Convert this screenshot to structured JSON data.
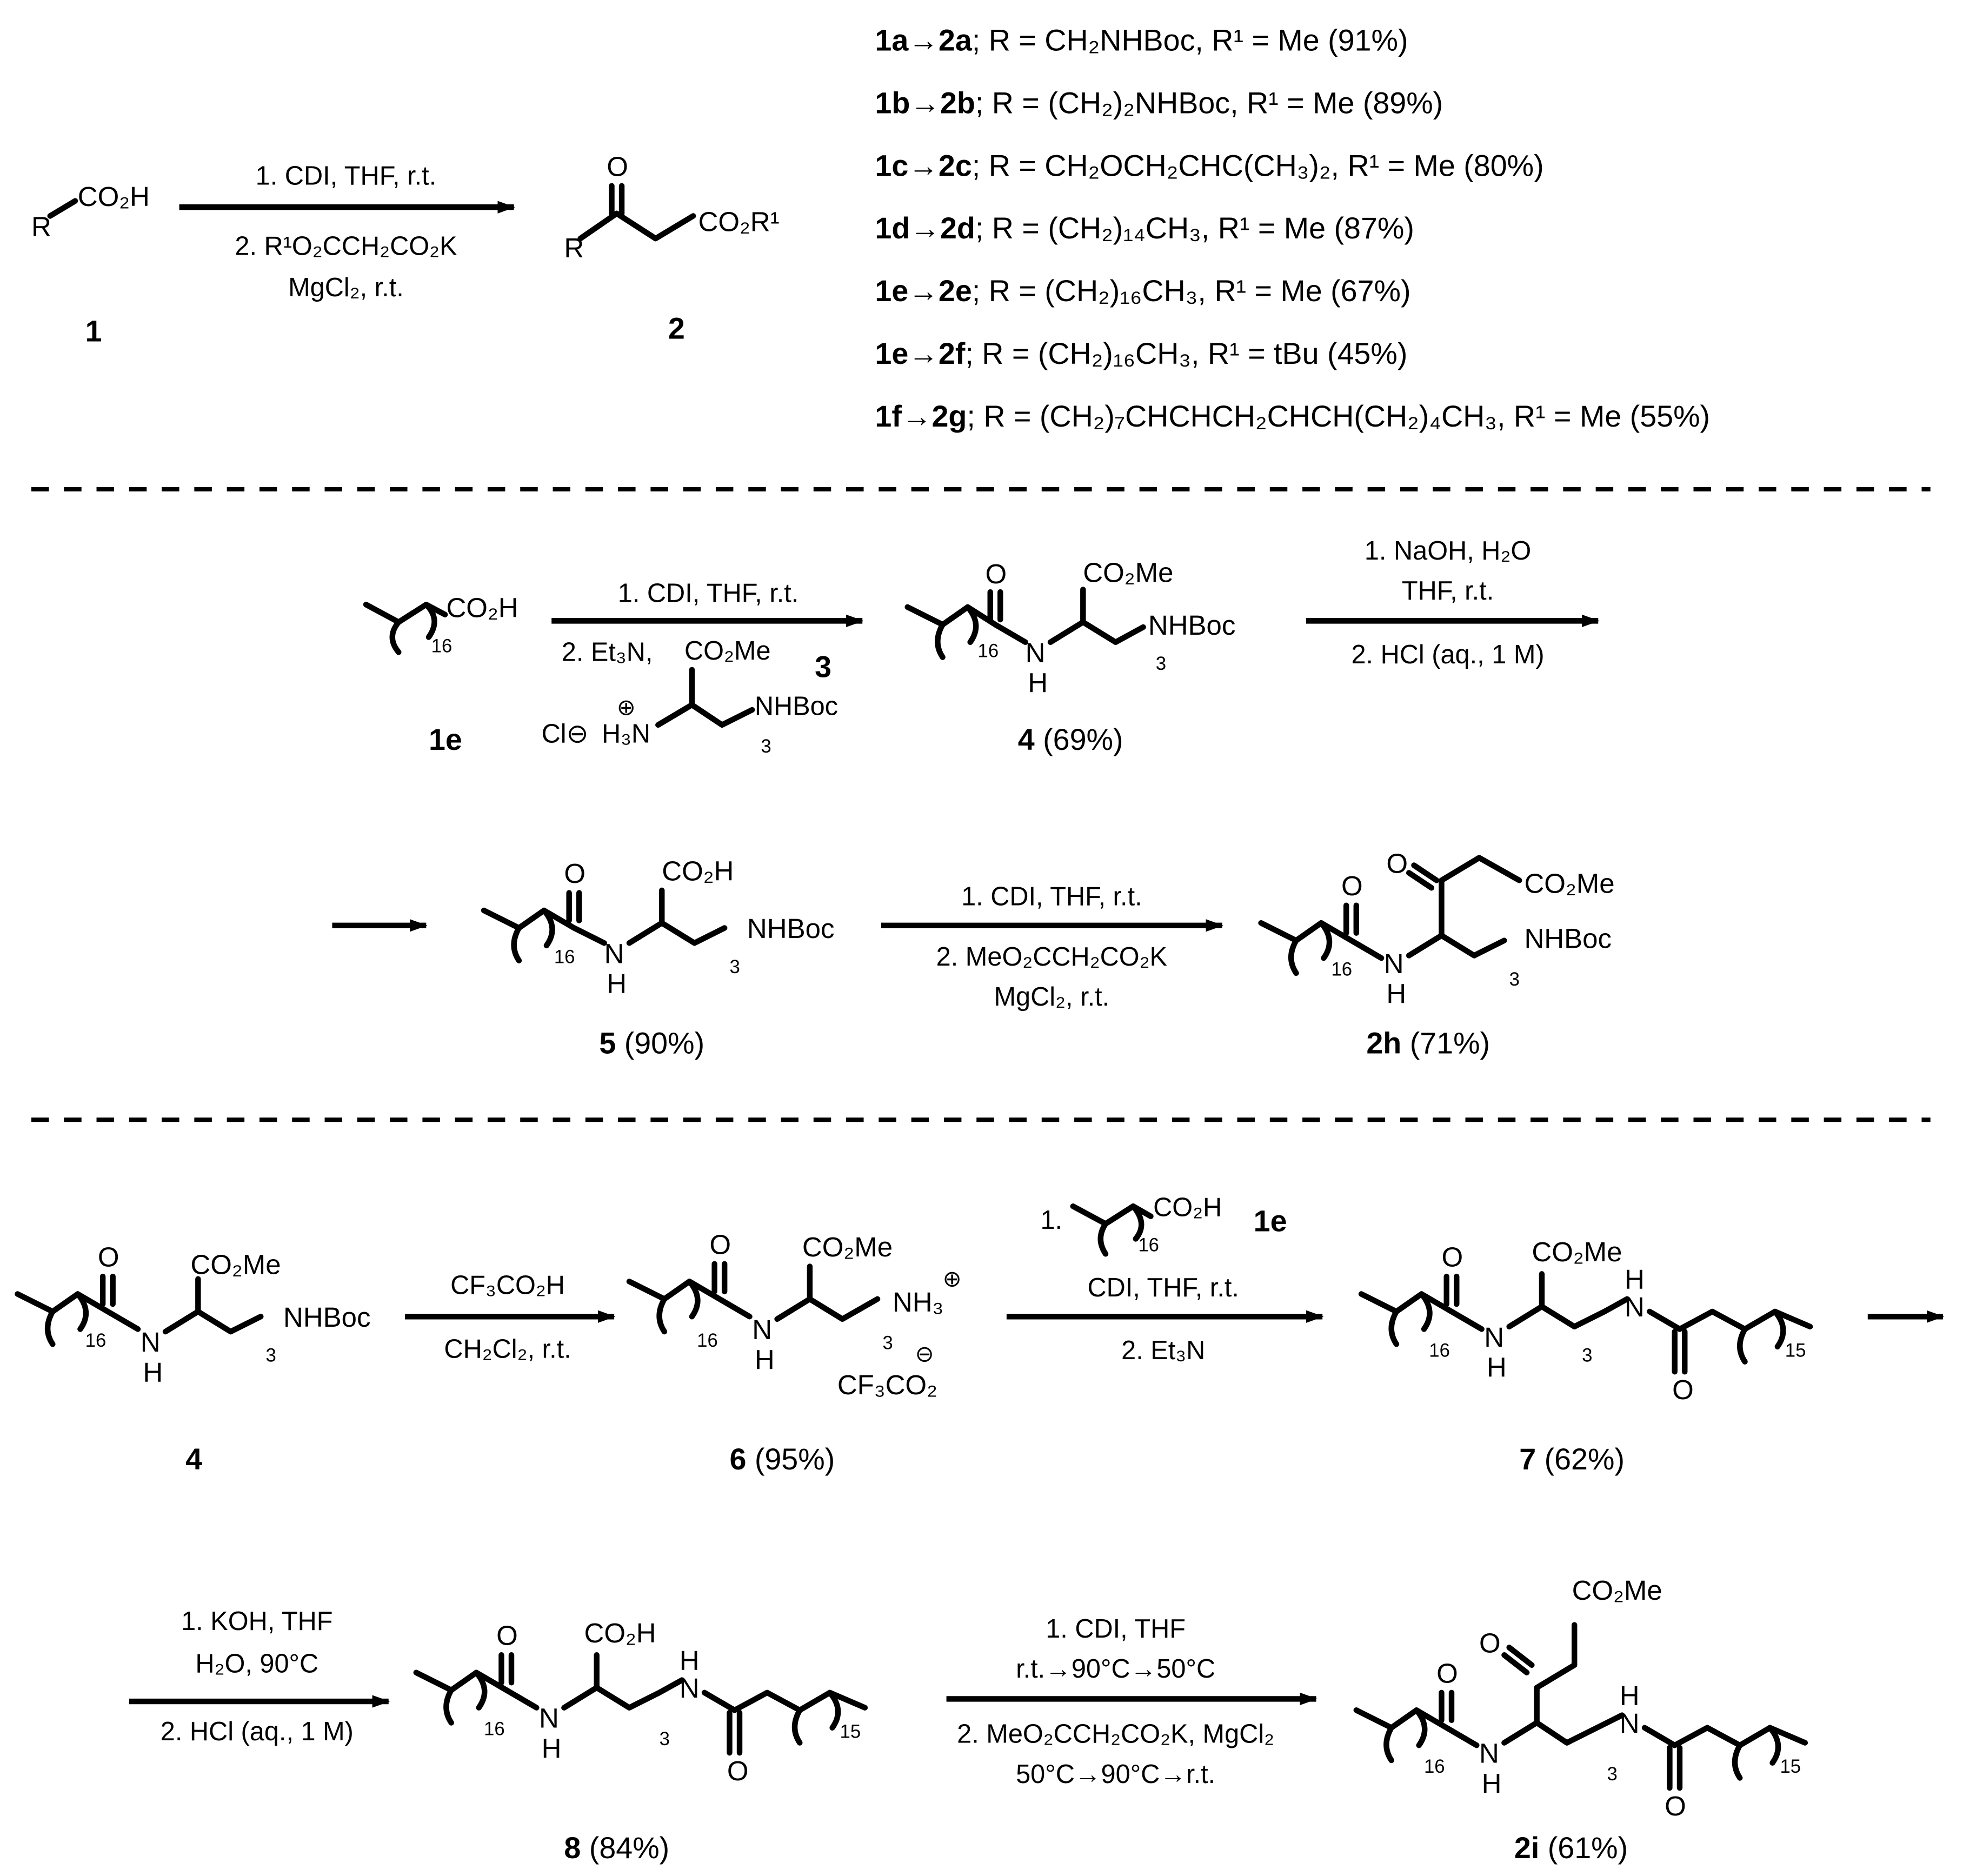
{
  "part1": {
    "compound1": {
      "label": "1",
      "r": "R",
      "acid": "CO₂H"
    },
    "compound2": {
      "label": "2",
      "o": "O",
      "r": "R",
      "ester": "CO₂R¹"
    },
    "conditions": [
      "1. CDI, THF, r.t.",
      "2. R¹O₂CCH₂CO₂K",
      "MgCl₂, r.t."
    ],
    "rows": [
      {
        "ids": "1a→2a",
        "text": "; R = CH₂NHBoc, R¹ = Me (91%)"
      },
      {
        "ids": "1b→2b",
        "text": "; R = (CH₂)₂NHBoc, R¹ = Me  (89%)"
      },
      {
        "ids": "1c→2c",
        "text": "; R = CH₂OCH₂CHC(CH₃)₂, R¹ = Me (80%)"
      },
      {
        "ids": "1d→2d",
        "text": "; R = (CH₂)₁₄CH₃, R¹ = Me (87%)"
      },
      {
        "ids": "1e→2e",
        "text": "; R = (CH₂)₁₆CH₃, R¹ = Me (67%)"
      },
      {
        "ids": "1e→2f",
        "text": "; R = (CH₂)₁₆CH₃, R¹ = tBu (45%)"
      },
      {
        "ids": "1f→2g",
        "text": "; R = (CH₂)₇CHCHCH₂CHCH(CH₂)₄CH₃, R¹ = Me (55%)"
      }
    ]
  },
  "part2": {
    "c1e": {
      "label": "1e",
      "acid": "CO₂H",
      "n": "16"
    },
    "step1": {
      "line1": "1. CDI, THF, r.t.",
      "line2": "2. Et₃N,",
      "reagent_ester": "CO₂Me",
      "reagent_label": "3",
      "cl": "Cl⊖",
      "amine": "H₃N",
      "plus": "⊕",
      "nhboc": "NHBoc",
      "n3": "3"
    },
    "c4": {
      "label": "4",
      "yield": "(69%)",
      "o": "O",
      "ester": "CO₂Me",
      "nhboc": "NHBoc",
      "n16": "16",
      "n3": "3",
      "nh": "N",
      "h": "H"
    },
    "step2": [
      "1. NaOH, H₂O",
      "THF, r.t.",
      "2. HCl (aq., 1 M)"
    ],
    "c5": {
      "label": "5",
      "yield": "(90%)",
      "acid": "CO₂H"
    },
    "step3": [
      "1. CDI, THF, r.t.",
      "2. MeO₂CCH₂CO₂K",
      "MgCl₂, r.t."
    ],
    "c2h": {
      "label": "2h",
      "yield": "(71%)",
      "ester": "CO₂Me"
    }
  },
  "part3": {
    "c4": {
      "label": "4"
    },
    "step1": [
      "CF₃CO₂H",
      "CH₂Cl₂, r.t."
    ],
    "c6": {
      "label": "6",
      "yield": "(95%)",
      "nh3": "NH₃",
      "plus": "⊕",
      "minus": "⊖",
      "anion": "CF₃CO₂"
    },
    "step2": {
      "line1": "1.",
      "acid": "CO₂H",
      "n16": "16",
      "ref": "1e",
      "line2": "CDI, THF, r.t.",
      "line3": "2. Et₃N"
    },
    "c7": {
      "label": "7",
      "yield": "(62%)",
      "n15": "15"
    },
    "step3": [
      "1. KOH, THF",
      "H₂O, 90°C",
      "2. HCl (aq., 1 M)"
    ],
    "c8": {
      "label": "8",
      "yield": "(84%)",
      "acid": "CO₂H"
    },
    "step4": [
      "1. CDI, THF",
      "r.t.→90°C→50°C",
      "2. MeO₂CCH₂CO₂K, MgCl₂",
      "50°C→90°C→r.t."
    ],
    "c2i": {
      "label": "2i",
      "yield": "(61%)",
      "ester": "CO₂Me"
    }
  }
}
